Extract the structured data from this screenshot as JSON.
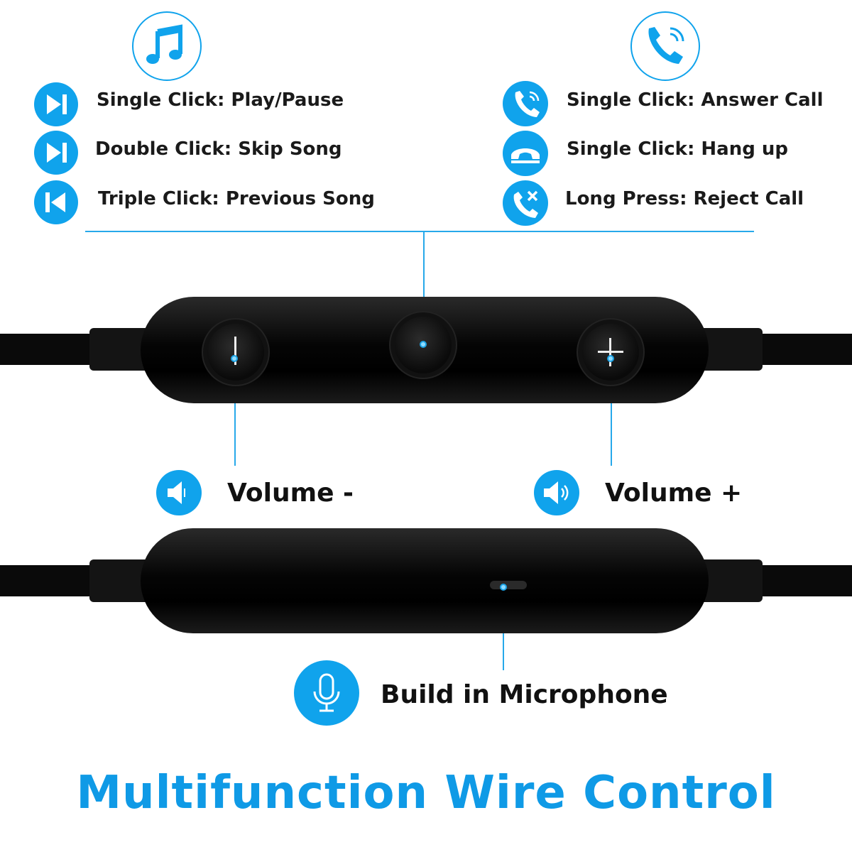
{
  "music": {
    "items": [
      {
        "label": "Single Click: Play/Pause",
        "icon": "play-pause-icon"
      },
      {
        "label": "Double Click: Skip Song",
        "icon": "skip-forward-icon"
      },
      {
        "label": "Triple Click: Previous Song",
        "icon": "skip-back-icon"
      }
    ],
    "header_icon": "music-note-icon"
  },
  "call": {
    "items": [
      {
        "label": "Single Click: Answer Call",
        "icon": "phone-ringing-icon"
      },
      {
        "label": "Single Click: Hang up",
        "icon": "hang-up-icon"
      },
      {
        "label": "Long Press: Reject Call",
        "icon": "reject-call-icon"
      }
    ],
    "header_icon": "phone-icon"
  },
  "volume": {
    "minus_label": "Volume -",
    "plus_label": "Volume +"
  },
  "microphone": {
    "label": "Build in Microphone"
  },
  "title": "Multifunction Wire Control",
  "colors": {
    "accent": "#10a3ec",
    "title": "#0f9ae6",
    "remote": "#0a0a0a"
  }
}
